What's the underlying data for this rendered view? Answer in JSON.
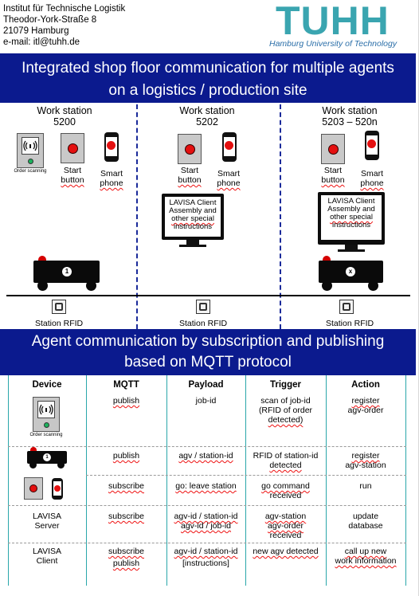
{
  "header": {
    "address_lines": [
      "Institut für Technische Logistik",
      "Theodor-York-Straße 8",
      "21079 Hamburg",
      "e-mail: itl@tuhh.de"
    ],
    "logo_text": "TUHH",
    "logo_subtitle": "Hamburg University of Technology",
    "colors": {
      "logo": "#3aa5b0",
      "band": "#0b1a8e"
    }
  },
  "banner_top": {
    "line1": "Integrated shop floor communication for multiple agents",
    "line2": "on a logistics / production site"
  },
  "workstations": [
    {
      "title_line1": "Work station",
      "title_line2": "5200"
    },
    {
      "title_line1": "Work station",
      "title_line2": "5202"
    },
    {
      "title_line1": "Work station",
      "title_line2": "5203 – 520n"
    }
  ],
  "devices": {
    "order_scanning": "Order scanning",
    "start_button_l1": "Start",
    "start_button_l2": "button",
    "smart_phone_l1": "Smart",
    "smart_phone_l2": "phone"
  },
  "lavisa_client": {
    "line1": "LAVISA Client",
    "line2": "Assembly and",
    "line3": "other special",
    "line4": "instructions"
  },
  "agv_badges": {
    "first": "1",
    "second": "x"
  },
  "station_rfid": "Station RFID",
  "banner_bottom": {
    "line1": "Agent communication by subscription and publishing",
    "line2": "based on MQTT protocol"
  },
  "table": {
    "headers": [
      "Device",
      "MQTT",
      "Payload",
      "Trigger",
      "Action"
    ],
    "order_scanning": "Order scanning",
    "rows": [
      {
        "mqtt": [
          "publish"
        ],
        "payload": [
          "job-id"
        ],
        "trigger": [
          "scan of job-id",
          "(RFID of order",
          "detected)"
        ],
        "action": [
          "register",
          "agv-order"
        ]
      },
      {
        "mqtt": [
          "publish"
        ],
        "payload": [
          "agv / station-id"
        ],
        "trigger": [
          "RFID of station-id",
          "detected"
        ],
        "action": [
          "register",
          "agv-station"
        ]
      },
      {
        "mqtt": [
          "subscribe"
        ],
        "payload": [
          "go: leave station"
        ],
        "trigger": [
          "go command",
          "received"
        ],
        "action": [
          "run"
        ]
      },
      {
        "device": [
          "LAVISA",
          "Server"
        ],
        "mqtt": [
          "subscribe"
        ],
        "payload": [
          "agv-id / station-id",
          "agv-id / job-id"
        ],
        "trigger": [
          "agv-station",
          "agv-order",
          "received"
        ],
        "action": [
          "update",
          "database"
        ]
      },
      {
        "device": [
          "LAVISA",
          "Client"
        ],
        "mqtt": [
          "subscribe",
          "publish"
        ],
        "payload": [
          "agv-id / station-id",
          "[instructions]"
        ],
        "trigger": [
          "new agv detected"
        ],
        "action": [
          "call up new",
          "work information"
        ]
      }
    ]
  }
}
